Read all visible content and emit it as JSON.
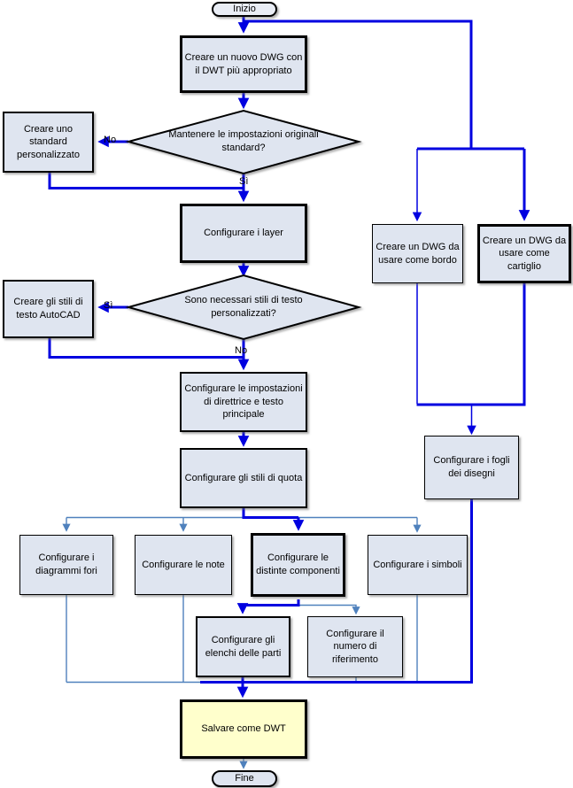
{
  "flowchart": {
    "terminals": {
      "start": "Inizio",
      "end": "Fine"
    },
    "nodes": {
      "new_dwg": "Creare un nuovo DWG con il DWT più appropriato",
      "keep_standard_q": "Mantenere le impostazioni originali standard?",
      "custom_standard": "Creare uno standard personalizzato",
      "layers": "Configurare i layer",
      "text_styles_q": "Sono necessari stili di testo personalizzati?",
      "text_styles": "Creare gli stili di testo AutoCAD",
      "leader_settings": "Configurare le impostazioni di direttrice e testo principale",
      "dim_styles": "Configurare gli stili di quota",
      "hole_charts": "Configurare i diagrammi fori",
      "notes": "Configurare le note",
      "component_lists": "Configurare le distinte componenti",
      "symbols": "Configurare i simboli",
      "parts_lists": "Configurare gli elenchi delle parti",
      "ref_number": "Configurare il numero di riferimento",
      "border_dwg": "Creare un DWG da usare come bordo",
      "titleblock_dwg": "Creare un DWG da usare come cartiglio",
      "drawing_sheets": "Configurare i fogli dei disegni",
      "save_dwt": "Salvare come DWT"
    },
    "labels": {
      "no1": "No",
      "si1": "Sì",
      "si2": "Sì",
      "no2": "No"
    },
    "edges": [
      "Inizio -> Creare un nuovo DWG con il DWT più appropriato",
      "Inizio -> Creare un DWG da usare come bordo",
      "Inizio -> Creare un DWG da usare come cartiglio",
      "Creare un nuovo DWG -> Mantenere le impostazioni originali standard?",
      "Mantenere le impostazioni originali standard? -No-> Creare uno standard personalizzato",
      "Mantenere le impostazioni originali standard? -Sì-> Configurare i layer",
      "Creare uno standard personalizzato -> Configurare i layer",
      "Configurare i layer -> Sono necessari stili di testo personalizzati?",
      "Sono necessari stili di testo personalizzati? -Sì-> Creare gli stili di testo AutoCAD",
      "Sono necessari stili di testo personalizzati? -No-> Configurare le impostazioni di direttrice e testo principale",
      "Creare gli stili di testo AutoCAD -> Configurare le impostazioni di direttrice e testo principale",
      "Configurare le impostazioni di direttrice e testo principale -> Configurare gli stili di quota",
      "Configurare gli stili di quota -> Configurare i diagrammi fori",
      "Configurare gli stili di quota -> Configurare le note",
      "Configurare gli stili di quota -> Configurare le distinte componenti",
      "Configurare gli stili di quota -> Configurare i simboli",
      "Configurare le distinte componenti -> Configurare gli elenchi delle parti",
      "Configurare le distinte componenti -> Configurare il numero di riferimento",
      "Creare un DWG da usare come bordo -> Configurare i fogli dei disegni",
      "Creare un DWG da usare come cartiglio -> Configurare i fogli dei disegni",
      "tutti i rami -> Salvare come DWT",
      "Salvare come DWT -> Fine"
    ],
    "colors": {
      "primary_flow": "#0000e0",
      "secondary_flow": "#4f81bd",
      "node_fill": "#dfe5f0",
      "save_fill": "#ffffcc",
      "node_border": "#000000"
    }
  }
}
